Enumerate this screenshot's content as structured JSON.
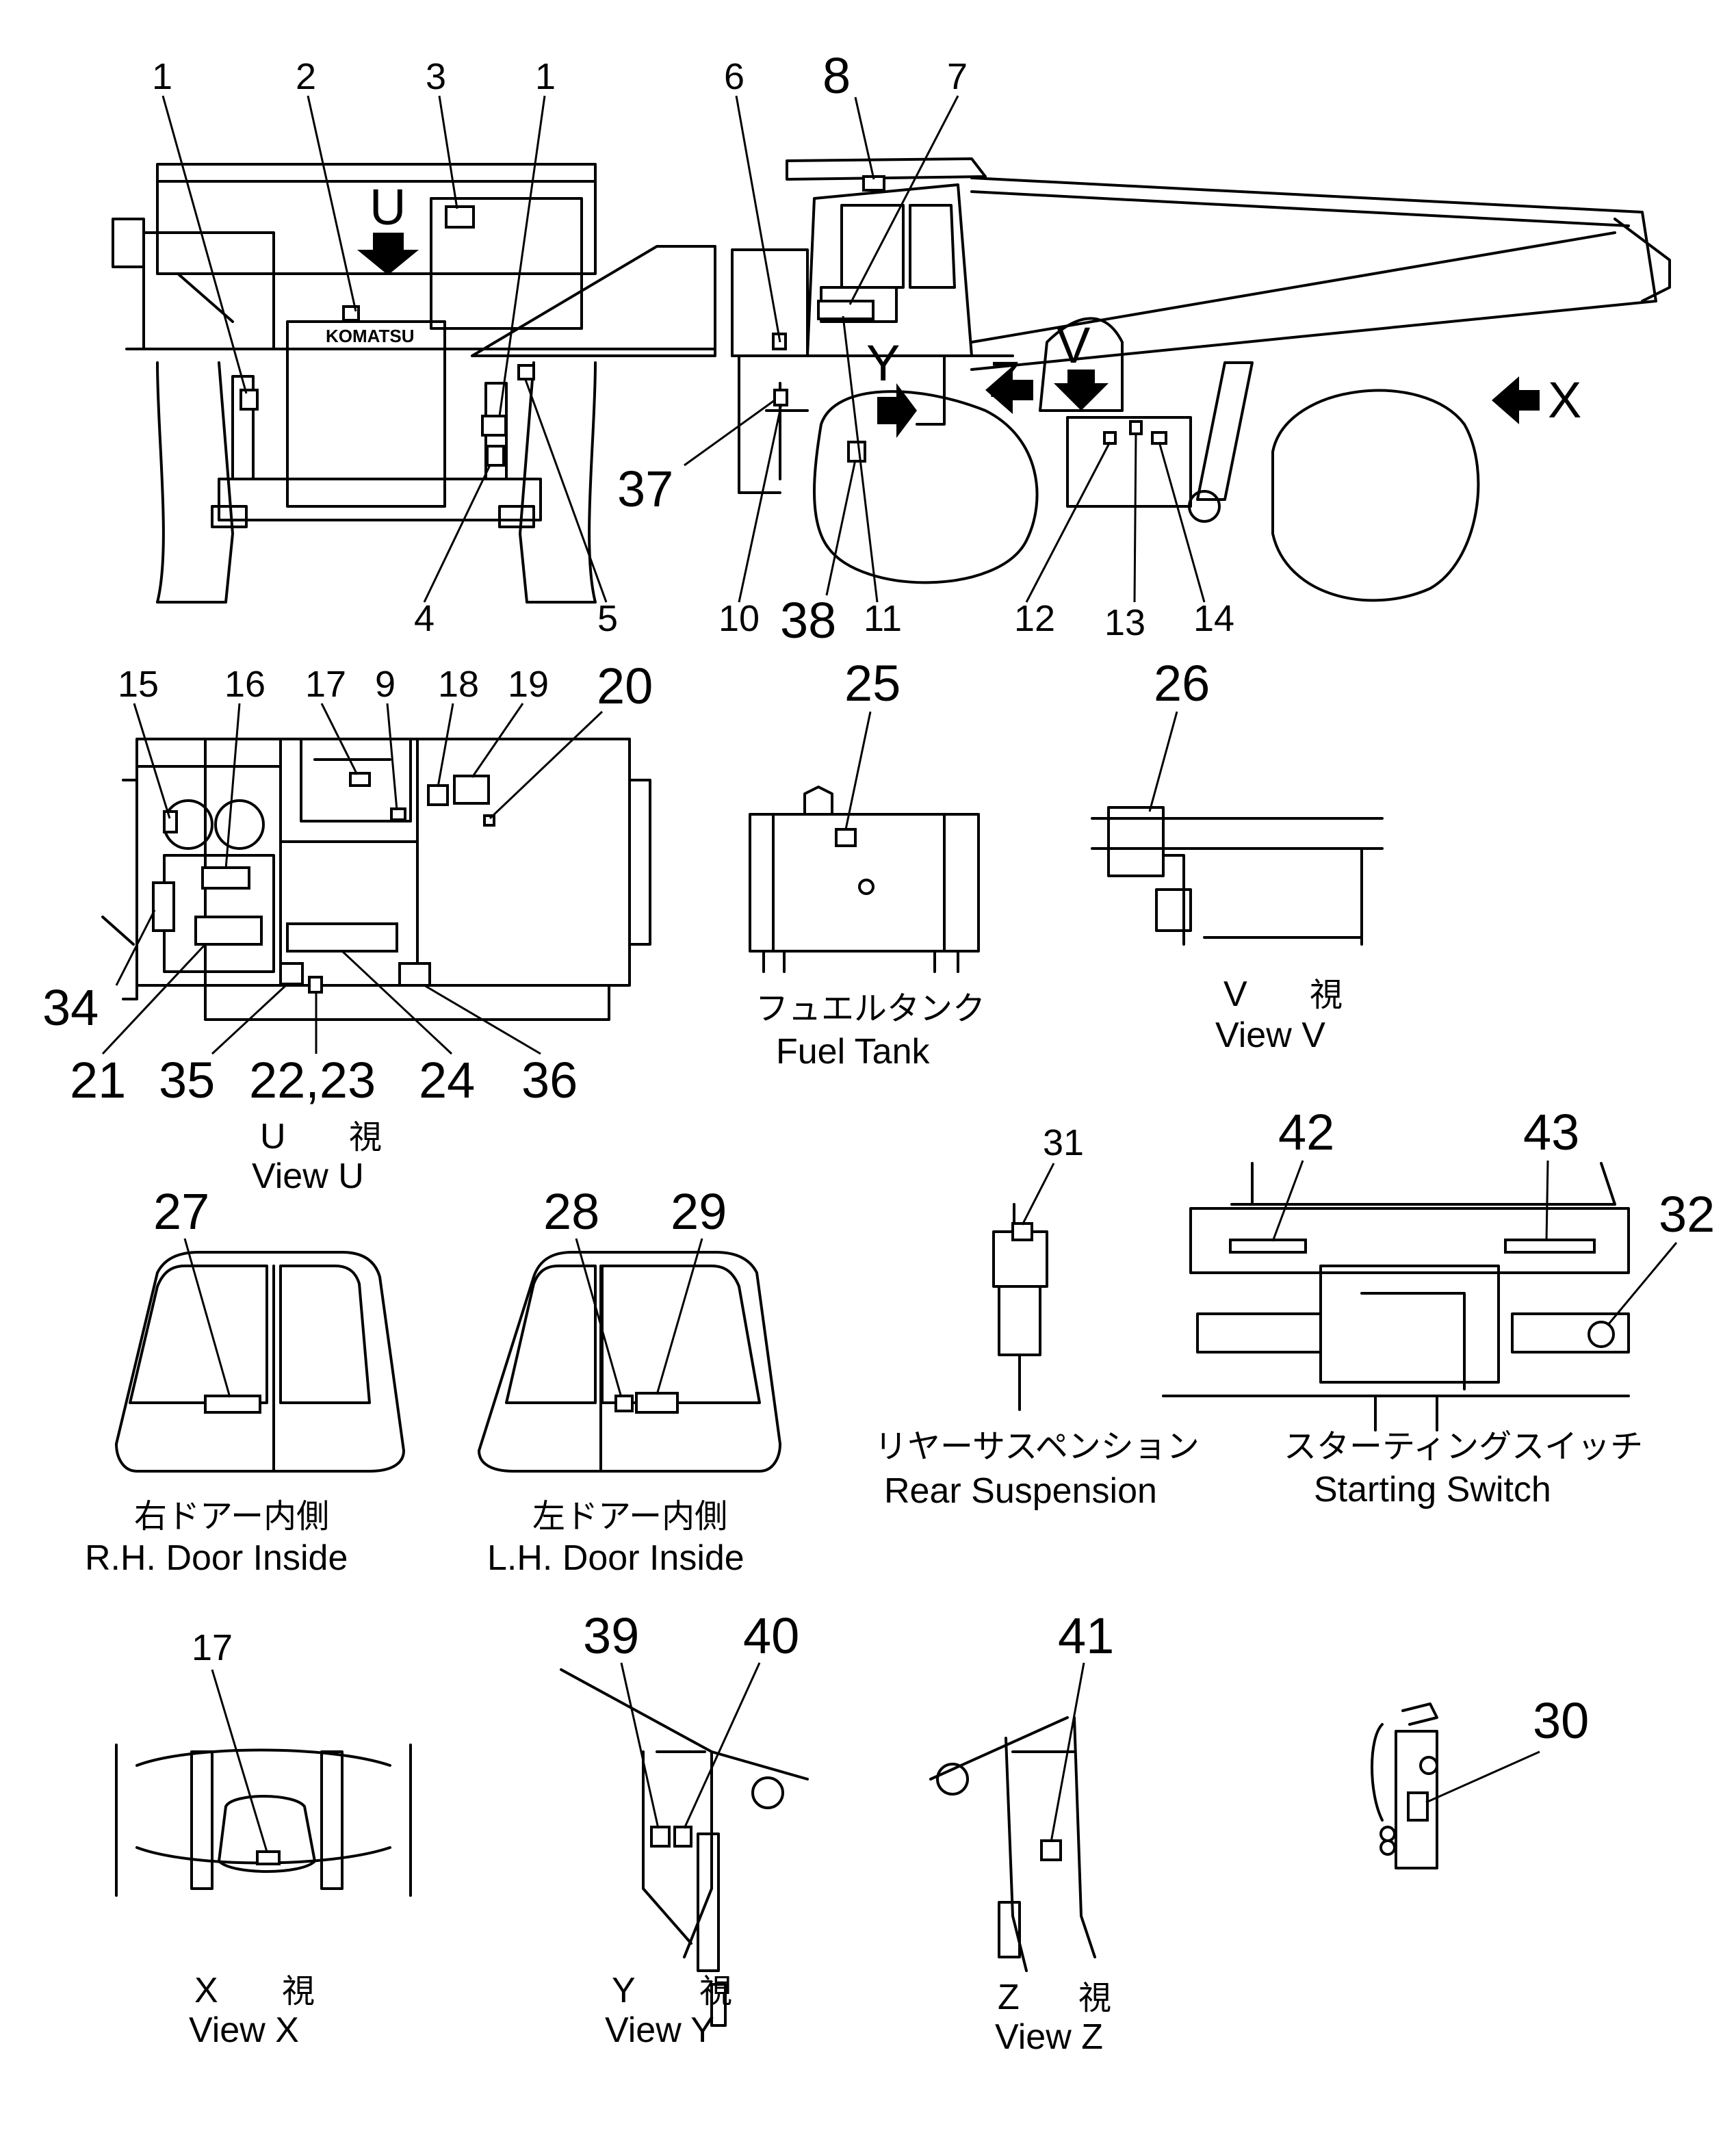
{
  "brand": "KOMATSU",
  "callouts": {
    "n1a": "1",
    "n2": "2",
    "n3": "3",
    "n1b": "1",
    "n4": "4",
    "n5": "5",
    "n6": "6",
    "n8": "8",
    "n7": "7",
    "n37": "37",
    "n10": "10",
    "n38": "38",
    "n11": "11",
    "n12": "12",
    "n13": "13",
    "n14": "14",
    "n15": "15",
    "n16": "16",
    "n17": "17",
    "n9": "9",
    "n18": "18",
    "n19": "19",
    "n20": "20",
    "n34": "34",
    "n21": "21",
    "n35": "35",
    "n22_23": "22,23",
    "n24": "24",
    "n36": "36",
    "n25": "25",
    "n26": "26",
    "n31": "31",
    "n42": "42",
    "n43": "43",
    "n32": "32",
    "n27": "27",
    "n28": "28",
    "n29": "29",
    "n17x": "17",
    "n39": "39",
    "n40": "40",
    "n41": "41",
    "n30": "30"
  },
  "view_arrows": {
    "U": "U",
    "V": "V",
    "Y": "Y",
    "Z": "Z",
    "X": "X"
  },
  "captions": {
    "fuel_tank_jp": "フュエルタンク",
    "fuel_tank_en": "Fuel Tank",
    "view_v_jp_letter": "V",
    "view_v_jp_kanji": "視",
    "view_v_en": "View  V",
    "view_u_jp_letter": "U",
    "view_u_jp_kanji": "視",
    "view_u_en": "View  U",
    "rear_susp_jp": "リヤーサスペンション",
    "rear_susp_en": "Rear Suspension",
    "start_sw_jp": "スターティングスイッチ",
    "start_sw_en": "Starting Switch",
    "rh_door_jp": "右ドアー内側",
    "rh_door_en": "R.H. Door Inside",
    "lh_door_jp": "左ドアー内側",
    "lh_door_en": "L.H. Door Inside",
    "view_x_jp_letter": "X",
    "view_x_jp_kanji": "視",
    "view_x_en": "View  X",
    "view_y_jp_letter": "Y",
    "view_y_jp_kanji": "視",
    "view_y_en": "View  Y",
    "view_z_jp_letter": "Z",
    "view_z_jp_kanji": "視",
    "view_z_en": "View  Z"
  }
}
